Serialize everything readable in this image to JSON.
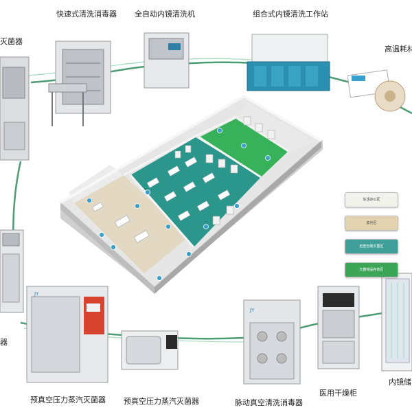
{
  "equipment": [
    {
      "id": "sterilizer-left-top",
      "label": "灭菌器"
    },
    {
      "id": "fast-washer",
      "label": "快速式清洗消毒器"
    },
    {
      "id": "auto-endoscope-washer",
      "label": "全自动内镜清洗机"
    },
    {
      "id": "combined-workstation",
      "label": "组合式内镜清洗工作站"
    },
    {
      "id": "high-temp-consumables",
      "label": "高温耗材"
    },
    {
      "id": "left-middle-cabinet",
      "label": ""
    },
    {
      "id": "left-bottom-device",
      "label": "器"
    },
    {
      "id": "vacuum-steam-sterilizer-large",
      "label": "预真空压力蒸汽灭菌器"
    },
    {
      "id": "vacuum-steam-sterilizer-table",
      "label": "预真空压力蒸汽灭菌器"
    },
    {
      "id": "pulse-vacuum-washer",
      "label": "脉动真空清洗消毒器"
    },
    {
      "id": "medical-dryer",
      "label": "医用干燥柜"
    },
    {
      "id": "endoscope-storage",
      "label": "内镜储"
    }
  ],
  "legend": [
    {
      "label": "生活办公区",
      "color": "#f2f2ec"
    },
    {
      "label": "去污区",
      "color": "#e3d3b0"
    },
    {
      "label": "检查包装灭菌区",
      "color": "#3fa09a"
    },
    {
      "label": "无菌物品存放区",
      "color": "#3aa656"
    }
  ],
  "colors": {
    "dirty_zone": "#e3d8c2",
    "inspection_zone": "#2b968c",
    "sterile_zone": "#37b25a",
    "office_zone": "#e9e9e9",
    "wall": "#d8d8d8",
    "connector_line": "#2e8a5a"
  }
}
